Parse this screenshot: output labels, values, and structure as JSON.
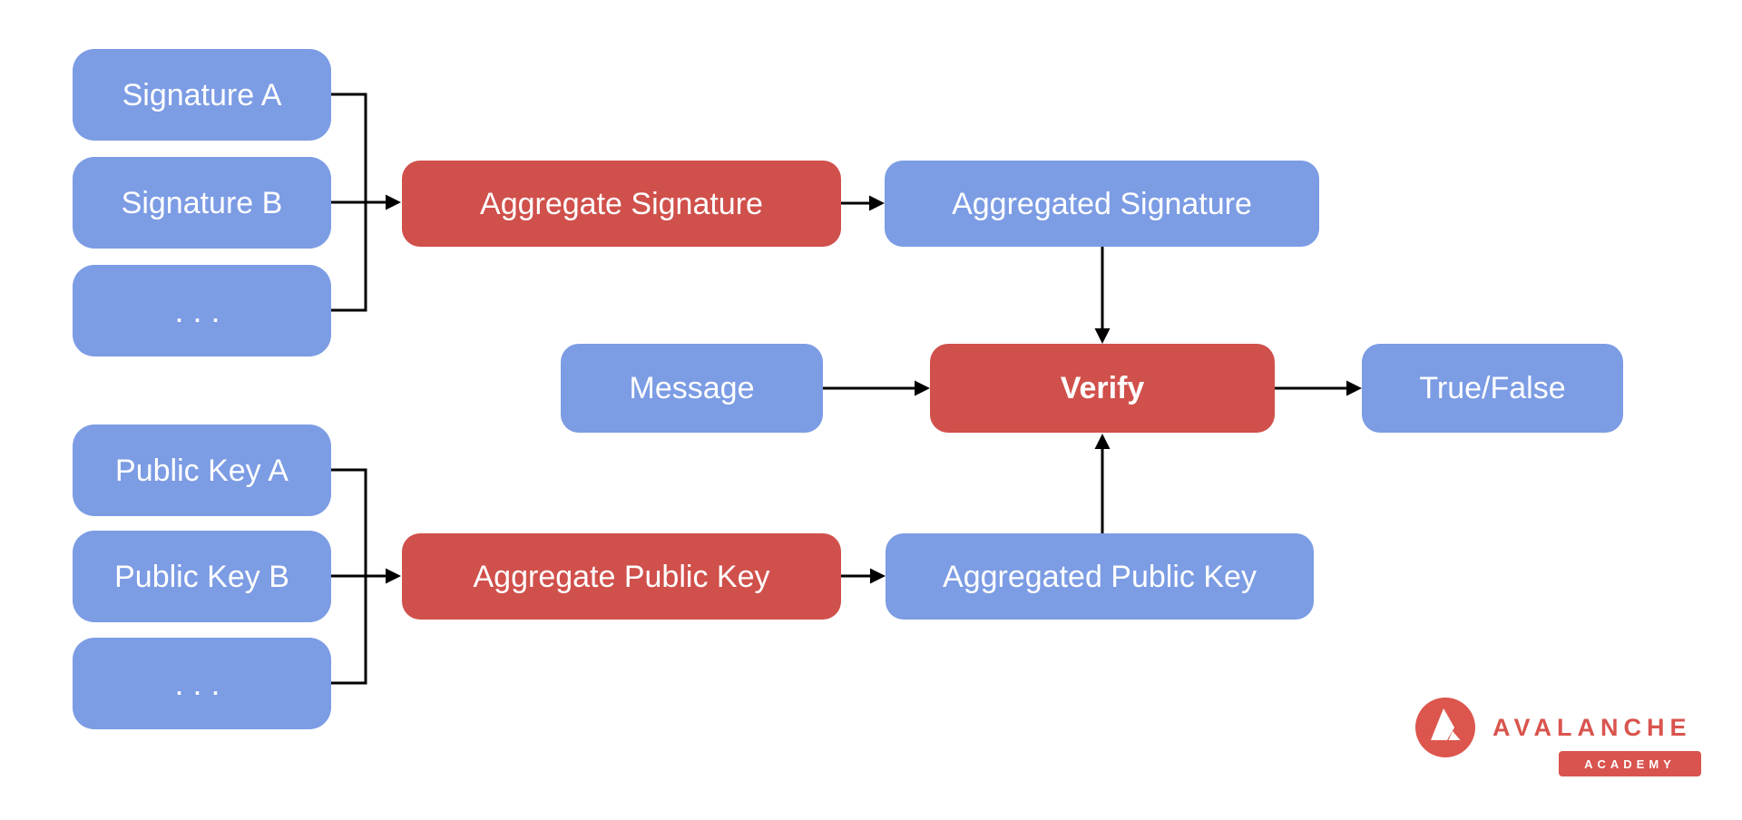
{
  "diagram": {
    "type": "flow-diagram",
    "colors": {
      "node_blue": "#7C9CE4",
      "node_red": "#D0504B",
      "arrow": "#000000",
      "label_text": "#FFFFFF",
      "logo_red": "#D9544E"
    },
    "nodes": {
      "signature_a": {
        "label": "Signature A",
        "color": "blue"
      },
      "signature_b": {
        "label": "Signature B",
        "color": "blue"
      },
      "signature_more": {
        "label": "...",
        "color": "blue"
      },
      "aggregate_signature": {
        "label": "Aggregate Signature",
        "color": "red"
      },
      "aggregated_signature": {
        "label": "Aggregated Signature",
        "color": "blue"
      },
      "message": {
        "label": "Message",
        "color": "blue"
      },
      "verify": {
        "label": "Verify",
        "color": "red"
      },
      "true_false": {
        "label": "True/False",
        "color": "blue"
      },
      "public_key_a": {
        "label": "Public Key A",
        "color": "blue"
      },
      "public_key_b": {
        "label": "Public Key B",
        "color": "blue"
      },
      "public_key_more": {
        "label": "...",
        "color": "blue"
      },
      "aggregate_public_key": {
        "label": "Aggregate Public Key",
        "color": "red"
      },
      "aggregated_public_key": {
        "label": "Aggregated Public Key",
        "color": "blue"
      }
    },
    "edges": [
      {
        "from": "signature_a",
        "to": "aggregate_signature"
      },
      {
        "from": "signature_b",
        "to": "aggregate_signature"
      },
      {
        "from": "signature_more",
        "to": "aggregate_signature"
      },
      {
        "from": "aggregate_signature",
        "to": "aggregated_signature"
      },
      {
        "from": "aggregated_signature",
        "to": "verify"
      },
      {
        "from": "message",
        "to": "verify"
      },
      {
        "from": "public_key_a",
        "to": "aggregate_public_key"
      },
      {
        "from": "public_key_b",
        "to": "aggregate_public_key"
      },
      {
        "from": "public_key_more",
        "to": "aggregate_public_key"
      },
      {
        "from": "aggregate_public_key",
        "to": "aggregated_public_key"
      },
      {
        "from": "aggregated_public_key",
        "to": "verify"
      },
      {
        "from": "verify",
        "to": "true_false"
      }
    ],
    "logo": {
      "brand": "AVALANCHE",
      "academy": "ACADEMY"
    }
  }
}
